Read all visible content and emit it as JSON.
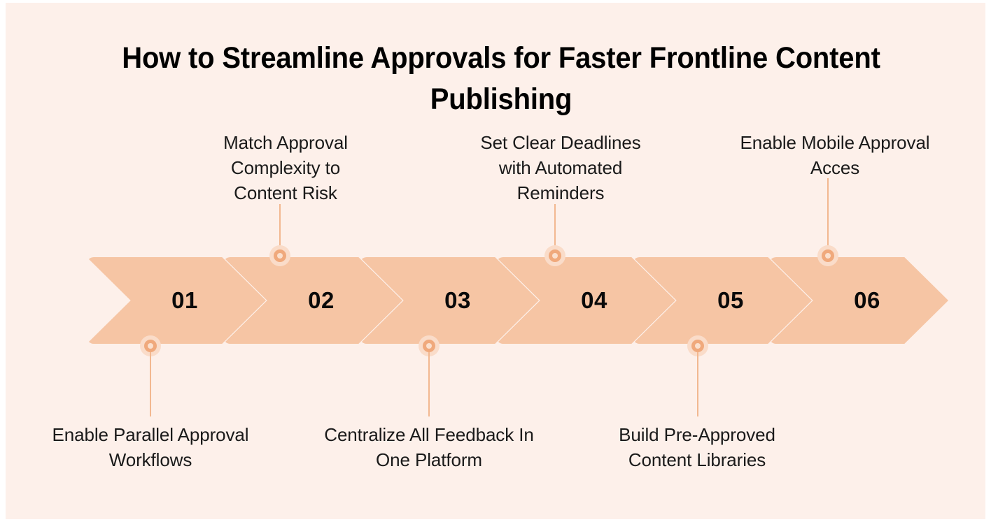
{
  "page": {
    "background_color": "#fdf0ea",
    "accent_color": "#f6c5a4",
    "marker_ring_color": "#f0a97c",
    "text_color": "#1a1a1a"
  },
  "header": {
    "title": "How to Streamline Approvals for Faster Frontline Content Publishing"
  },
  "chart_data": {
    "type": "diagram",
    "diagram_kind": "chevron-process-flow",
    "title": "How to Streamline Approvals for Faster Frontline Content Publishing",
    "step_count": 6,
    "steps": [
      {
        "number": "01",
        "label": "Enable Parallel Approval Workflows",
        "label_position": "bottom"
      },
      {
        "number": "02",
        "label": "Match Approval Complexity to Content Risk",
        "label_position": "top"
      },
      {
        "number": "03",
        "label": "Centralize All Feedback In One Platform",
        "label_position": "bottom"
      },
      {
        "number": "04",
        "label": "Set Clear Deadlines with Automated Reminders",
        "label_position": "top"
      },
      {
        "number": "05",
        "label": "Build Pre-Approved Content Libraries",
        "label_position": "bottom"
      },
      {
        "number": "06",
        "label": "Enable Mobile Approval Acces",
        "label_position": "top"
      }
    ]
  },
  "steps": {
    "s1": {
      "number": "01",
      "label_line1": "Enable Parallel Approval",
      "label_line2": "Workflows"
    },
    "s2": {
      "number": "02",
      "label_line1": "Match Approval",
      "label_line2": "Complexity to",
      "label_line3": "Content Risk"
    },
    "s3": {
      "number": "03",
      "label_line1": "Centralize All Feedback In",
      "label_line2": "One Platform"
    },
    "s4": {
      "number": "04",
      "label_line1": "Set Clear Deadlines",
      "label_line2": "with Automated",
      "label_line3": "Reminders"
    },
    "s5": {
      "number": "05",
      "label_line1": "Build Pre-Approved",
      "label_line2": "Content Libraries"
    },
    "s6": {
      "number": "06",
      "label_line1": "Enable Mobile Approval",
      "label_line2": "Acces"
    }
  }
}
